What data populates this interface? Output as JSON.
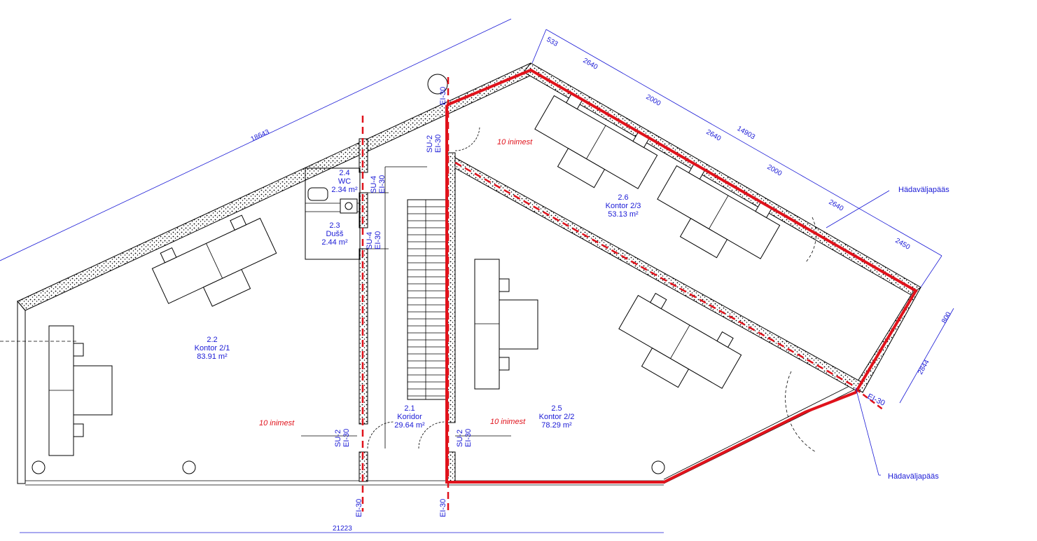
{
  "rooms": [
    {
      "number": "2.2",
      "name": "Kontor 2/1",
      "area": "83.91 m²"
    },
    {
      "number": "2.4",
      "name": "WC",
      "area": "2.34 m²"
    },
    {
      "number": "2.3",
      "name": "Dušš",
      "area": "2.44 m²"
    },
    {
      "number": "2.1",
      "name": "Koridor",
      "area": "29.64 m²"
    },
    {
      "number": "2.5",
      "name": "Kontor 2/2",
      "area": "78.29 m²"
    },
    {
      "number": "2.6",
      "name": "Kontor 2/3",
      "area": "53.13 m²"
    }
  ],
  "occupancy": [
    "10 inimest",
    "10 inimest",
    "10 inimest"
  ],
  "fire_ratings": {
    "ei30": "EI-30",
    "su2": "SU-2",
    "su4": "SU-4",
    "ei30_short": "EI-30"
  },
  "dimensions": {
    "top_diagonal": "18643",
    "bottom": "21223",
    "right_total": "14903",
    "seg_533": "533",
    "seg_2640_a": "2640",
    "seg_2000_a": "2000",
    "seg_2640_b": "2640",
    "seg_2000_b": "2000",
    "seg_2640_c": "2640",
    "seg_2450": "2450",
    "side_800": "800",
    "side_2844": "2844"
  },
  "emergency_exit_label": "Hädaväljapääs",
  "colors": {
    "walls": "#000000",
    "annotations": "#1a1ad6",
    "fire_boundary": "#e0121b"
  }
}
